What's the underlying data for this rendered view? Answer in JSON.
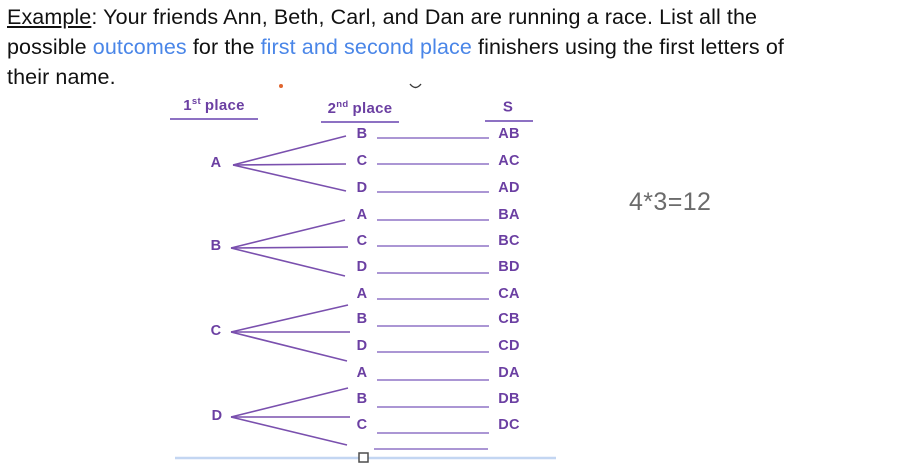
{
  "problem": {
    "lines": [
      {
        "example_label": "Example",
        "rest": ": Your friends Ann, Beth, Carl, and Dan are running a race. List all the"
      },
      {
        "start": "possible ",
        "highlight_outcomes": "outcomes",
        "mid": " for the ",
        "highlight_places": "first and second place",
        "end": " finishers using the first letters of"
      },
      {
        "text": "their name."
      }
    ]
  },
  "diagram": {
    "headers": {
      "first_place": {
        "num": "1",
        "sup": "st",
        "word": "place"
      },
      "second_place": {
        "num": "2",
        "sup": "nd",
        "word": "place"
      },
      "sample_space": "S"
    },
    "branches": [
      {
        "first": "A",
        "children": [
          "B",
          "C",
          "D"
        ],
        "outcomes": [
          "AB",
          "AC",
          "AD"
        ]
      },
      {
        "first": "B",
        "children": [
          "A",
          "C",
          "D"
        ],
        "outcomes": [
          "BA",
          "BC",
          "BD"
        ]
      },
      {
        "first": "C",
        "children": [
          "A",
          "B",
          "D"
        ],
        "outcomes": [
          "CA",
          "CB",
          "CD"
        ]
      },
      {
        "first": "D",
        "children": [
          "A",
          "B",
          "C"
        ],
        "outcomes": [
          "DA",
          "DB",
          "DC"
        ]
      }
    ],
    "formula": "4*3=12"
  },
  "colors": {
    "body_text": "#111111",
    "highlight_blue": "#4a86e8",
    "diagram_purple_text": "#6b3fa2",
    "diagram_purple_line": "#8d71c3",
    "branch_purple": "#7a50ae",
    "formula_gray": "#6b6b6b",
    "selection_line_blue": "#c3d6f2"
  }
}
